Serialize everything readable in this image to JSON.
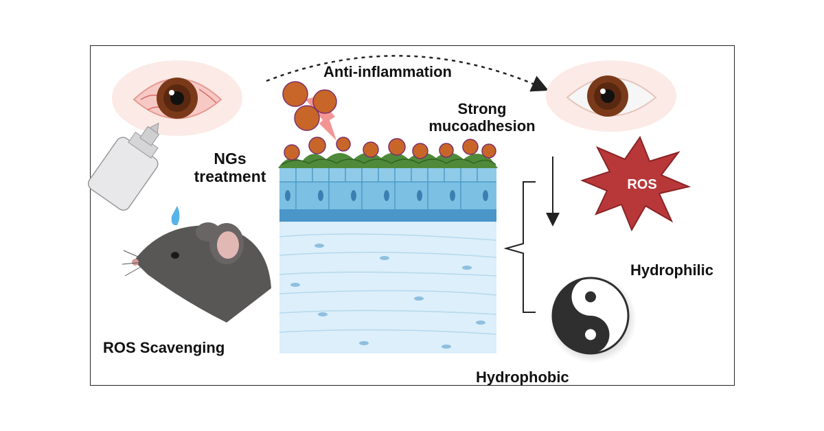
{
  "labels": {
    "anti_inflammation": "Anti-inflammation",
    "strong_mucoadhesion_line1": "Strong",
    "strong_mucoadhesion_line2": "mucoadhesion",
    "ngs_treatment_line1": "NGs",
    "ngs_treatment_line2": "treatment",
    "ros_scavenging": "ROS Scavenging",
    "ros_badge": "ROS",
    "hydrophilic": "Hydrophilic",
    "hydrophobic": "Hydrophobic"
  },
  "colors": {
    "inflamed_sclera": "#f2c6c2",
    "iris": "#6b3216",
    "epithelium": "#6fb6dc",
    "stroma": "#dceffa",
    "mucus": "#4f8a3a",
    "ros_star": "#b8383a",
    "arrow_pink": "#f28a8a",
    "nanogel": "#c8662a"
  }
}
